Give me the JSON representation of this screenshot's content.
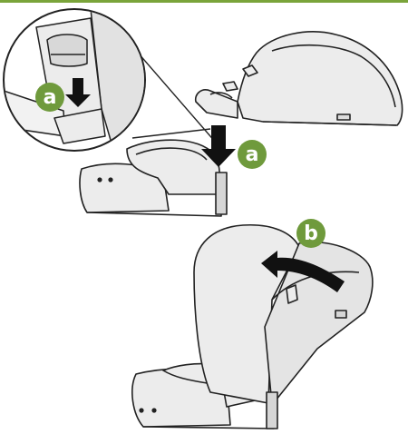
{
  "header_rule_color": "#7aa43a",
  "badge_color": "#6f9a3c",
  "seat_fill": "#ececec",
  "seat_shadow": "#cfcfcf",
  "outline_color": "#222222",
  "steps": [
    {
      "label": "a",
      "action": "press-down-arrow"
    },
    {
      "label": "a",
      "action": "press-down-arrow"
    },
    {
      "label": "b",
      "action": "rotate-backrest-arrow"
    }
  ]
}
